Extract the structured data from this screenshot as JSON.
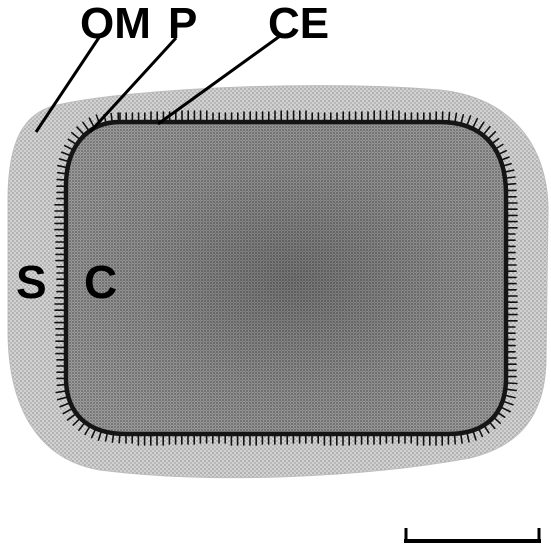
{
  "labels": {
    "om": "OM",
    "p": "P",
    "ce": "CE",
    "s": "S",
    "c": "C"
  },
  "colors": {
    "outer_layer": "#c9c9c9",
    "core": "#9a9a9a",
    "membrane": "#1a1a1a",
    "ink": "#000000",
    "background": "#ffffff"
  },
  "scale_bar": {
    "shown": true,
    "label": ""
  }
}
